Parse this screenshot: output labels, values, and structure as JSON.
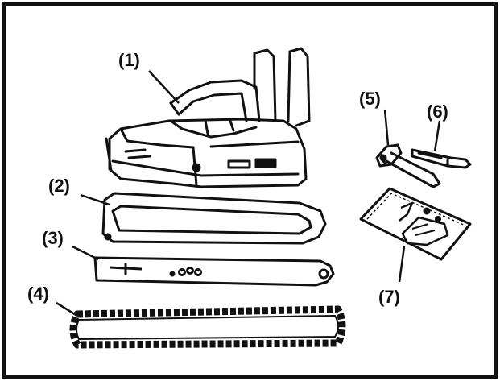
{
  "parts": [
    {
      "id": "chainsaw",
      "label": "(1)",
      "icon": "chainsaw-icon"
    },
    {
      "id": "guide-bar-cover",
      "label": "(2)",
      "icon": "bar-cover-icon"
    },
    {
      "id": "guide-bar",
      "label": "(3)",
      "icon": "guide-bar-icon"
    },
    {
      "id": "saw-chain",
      "label": "(4)",
      "icon": "saw-chain-icon"
    },
    {
      "id": "combination-wrench",
      "label": "(5)",
      "icon": "wrench-icon"
    },
    {
      "id": "screwdriver",
      "label": "(6)",
      "icon": "screwdriver-icon"
    },
    {
      "id": "manual",
      "label": "(7)",
      "icon": "booklet-icon"
    }
  ],
  "colors": {
    "ink": "#111111",
    "background": "#ffffff"
  }
}
